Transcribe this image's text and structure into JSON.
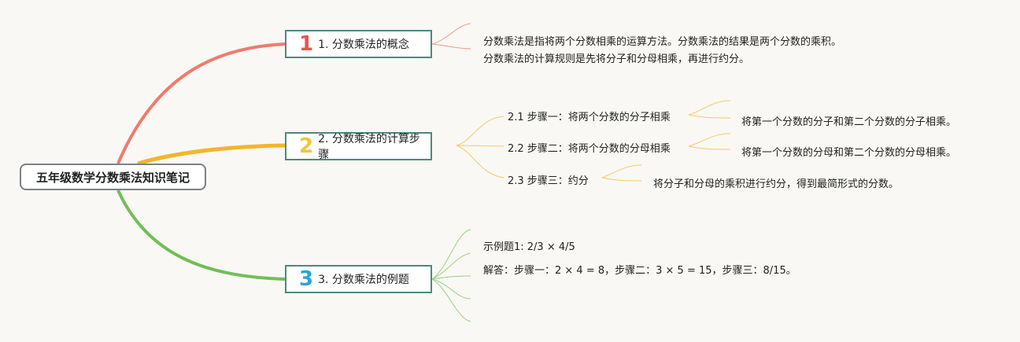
{
  "root": {
    "label": "五年级数学分数乘法知识笔记"
  },
  "topics": [
    {
      "number": "1",
      "label": "1. 分数乘法的概念",
      "color": "#e9544b",
      "branch_color": "#ef7b6d",
      "notes": [
        "分数乘法是指将两个分数相乘的运算方法。分数乘法的结果是两个分数的乘积。",
        "分数乘法的计算规则是先将分子和分母相乘，再进行约分。"
      ]
    },
    {
      "number": "2",
      "label": "2. 分数乘法的计算步骤",
      "color": "#f5c43a",
      "branch_color": "#f4b52e",
      "subtopics": [
        {
          "label": "2.1 步骤一：将两个分数的分子相乘",
          "detail": "将第一个分数的分子和第二个分数的分子相乘。"
        },
        {
          "label": "2.2 步骤二：将两个分数的分母相乘",
          "detail": "将第一个分数的分母和第二个分数的分母相乘。"
        },
        {
          "label": "2.3 步骤三：约分",
          "detail": "将分子和分母的乘积进行约分，得到最简形式的分数。"
        }
      ]
    },
    {
      "number": "3",
      "label": "3. 分数乘法的例题",
      "color": "#2ba3dc",
      "branch_color": "#72be57",
      "notes": [
        "示例题1: 2/3 × 4/5",
        "解答：步骤一：2 × 4 = 8，步骤二：3 × 5 = 15，步骤三：8/15。"
      ]
    }
  ],
  "colors": {
    "background": "#f9f8f4",
    "topic_border": "#4a8a82",
    "root_border": "#7d8088",
    "thin_red": "#f09a8c",
    "thin_yellow": "#f6c96a",
    "thin_green": "#9dd083"
  }
}
